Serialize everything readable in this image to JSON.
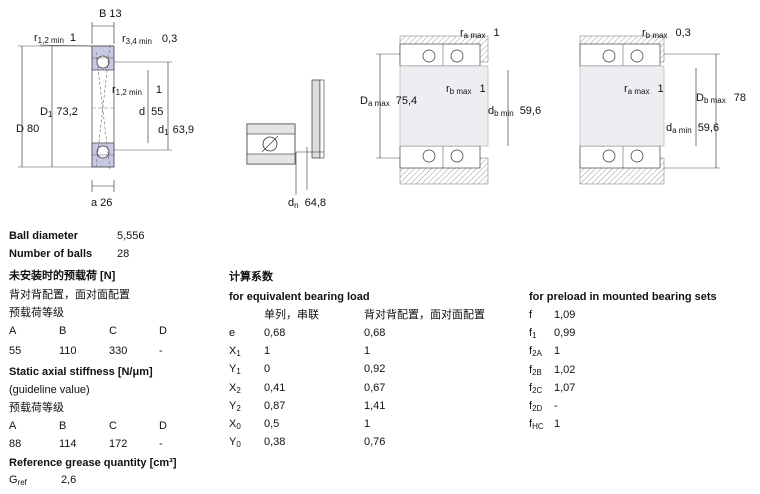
{
  "drawing": {
    "B": "B 13",
    "r12_min": "r",
    "r12_sub": "1,2 min",
    "r12_val": "1",
    "r34": "r",
    "r34_sub": "3,4 min",
    "r34_val": "0,3",
    "r12b": "r",
    "r12b_sub": "1,2 min",
    "r12b_val": "1",
    "D1": "D",
    "D1_sub": "1",
    "D1_val": "73,2",
    "d": "d",
    "d_val": "55",
    "d1": "d",
    "d1_sub": "1",
    "d1_val": "63,9",
    "D": "D 80",
    "a": "a 26",
    "dn": "d",
    "dn_sub": "n",
    "dn_val": "64,8",
    "ra_max": "r",
    "ra_max_sub": "a max",
    "ra_max_val": "1",
    "Da_max": "D",
    "Da_max_sub": "a max",
    "Da_max_val": "75,4",
    "rb_max_mid": "r",
    "rb_max_mid_sub": "b max",
    "rb_max_mid_val": "1",
    "db_min": "d",
    "db_min_sub": "b min",
    "db_min_val": "59,6",
    "rb_max_r": "r",
    "rb_max_r_sub": "b max",
    "rb_max_r_val": "0,3",
    "ra_max_r": "r",
    "ra_max_r_sub": "a max",
    "ra_max_r_val": "1",
    "Db_max": "D",
    "Db_max_sub": "b max",
    "Db_max_val": "78",
    "da_min": "d",
    "da_min_sub": "a min",
    "da_min_val": "59,6"
  },
  "left_table": {
    "ball_diameter_label": "Ball diameter",
    "ball_diameter_value": "5,556",
    "number_of_balls_label": "Number of balls",
    "number_of_balls_value": "28",
    "preload_heading": "未安装时的预载荷 [N]",
    "arrangement": "背对背配置，面对面配置",
    "preload_class": "预载荷等级",
    "cols": [
      "A",
      "B",
      "C",
      "D"
    ],
    "preload_values": [
      "55",
      "110",
      "330",
      "-"
    ],
    "stiffness_heading": "Static axial stiffness [N/μm]",
    "guideline": "(guideline value)",
    "stiffness_class": "预载荷等级",
    "stiffness_cols": [
      "A",
      "B",
      "C",
      "D"
    ],
    "stiffness_values": [
      "88",
      "114",
      "172",
      "-"
    ],
    "grease_heading": "Reference grease quantity [cm³]",
    "gref_label": "G",
    "gref_sub": "ref",
    "gref_value": "2,6"
  },
  "mid_table": {
    "heading": "计算系数",
    "subheading": "for equivalent bearing load",
    "col1": "单列，串联",
    "col2": "背对背配置，面对面配置",
    "rows": [
      {
        "sym": "e",
        "sub": "",
        "v1": "0,68",
        "v2": "0,68"
      },
      {
        "sym": "X",
        "sub": "1",
        "v1": "1",
        "v2": "1"
      },
      {
        "sym": "Y",
        "sub": "1",
        "v1": "0",
        "v2": "0,92"
      },
      {
        "sym": "X",
        "sub": "2",
        "v1": "0,41",
        "v2": "0,67"
      },
      {
        "sym": "Y",
        "sub": "2",
        "v1": "0,87",
        "v2": "1,41"
      },
      {
        "sym": "X",
        "sub": "0",
        "v1": "0,5",
        "v2": "1"
      },
      {
        "sym": "Y",
        "sub": "0",
        "v1": "0,38",
        "v2": "0,76"
      }
    ]
  },
  "right_table": {
    "heading": "for preload in mounted bearing sets",
    "rows": [
      {
        "sym": "f",
        "sub": "",
        "v": "1,09"
      },
      {
        "sym": "f",
        "sub": "1",
        "v": "0,99"
      },
      {
        "sym": "f",
        "sub": "2A",
        "v": "1"
      },
      {
        "sym": "f",
        "sub": "2B",
        "v": "1,02"
      },
      {
        "sym": "f",
        "sub": "2C",
        "v": "1,07"
      },
      {
        "sym": "f",
        "sub": "2D",
        "v": "-"
      },
      {
        "sym": "f",
        "sub": "HC",
        "v": "1"
      }
    ]
  }
}
